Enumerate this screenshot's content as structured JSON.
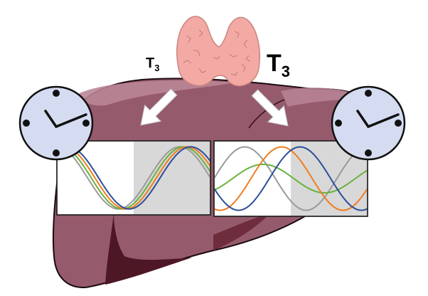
{
  "labels": {
    "small_hormone": {
      "main": "T",
      "sub": "3"
    },
    "large_hormone": {
      "main": "T",
      "sub": "3"
    }
  },
  "colors": {
    "liver_fill": "#955a6c",
    "liver_highlight": "#b98596",
    "liver_dark": "#4e1726",
    "liver_outline": "#1b0a0f",
    "thyroid_fill": "#f3a9a4",
    "clock_face": "#d5dcf1",
    "panel_shade": "#d8d8d8",
    "series": [
      "#9a9a9a",
      "#6ab23d",
      "#ef7d1f",
      "#2b4e9a"
    ]
  },
  "icons": [
    "thyroid-gland",
    "liver-organ",
    "clock-icon",
    "arrow-icon"
  ],
  "panels": [
    {
      "name": "low-t3",
      "shaded_from": 0.5,
      "phases": [
        0.0,
        0.03,
        0.06,
        0.09
      ]
    },
    {
      "name": "high-t3",
      "shaded_from": 0.5,
      "phases": [
        0.0,
        0.15,
        0.3,
        0.45
      ]
    }
  ]
}
